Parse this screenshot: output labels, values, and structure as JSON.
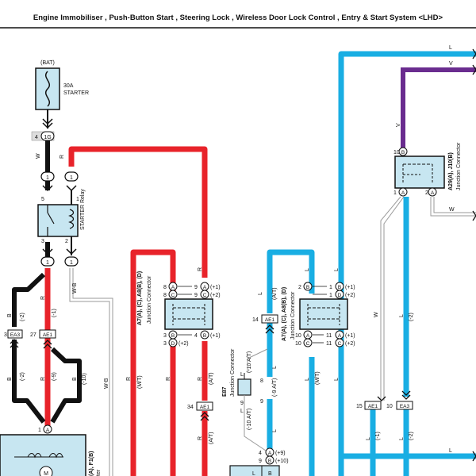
{
  "title": "Engine Immobiliser , Push-Button Start , Steering Lock , Wireless Door Lock Control , Entry & Start System <LHD>",
  "colors": {
    "wire_red": "#e8232a",
    "wire_blue": "#19aee3",
    "wire_black": "#111111",
    "wire_purple": "#6a2c8f",
    "wire_white": "#9a9a9a",
    "component_fill": "#c7e6f1"
  },
  "labels": {
    "bat": "(BAT)",
    "fuse_rating": "30A",
    "fuse_name": "STARTER",
    "fuse_pin": "4",
    "fuse_conn": "1G",
    "starter_relay": "STARTER Relay",
    "relay_pin5": "5",
    "relay_pin1": "1",
    "relay_pin3": "3",
    "relay_pin2": "2",
    "wire_w": "W",
    "wire_r": "R",
    "wire_b": "B",
    "wire_wb": "W-B",
    "wire_l": "L",
    "wire_v": "V",
    "ea3_pin": "3",
    "ea3": "EA3",
    "ae1_pin": "27",
    "ae1": "AE1",
    "neg1": "(-1)",
    "neg2": "(-2)",
    "neg9": "(-9)",
    "neg10": "(-10)",
    "plus1": "(+1)",
    "plus2": "(+2)",
    "plus9": "(+9)",
    "plus10": "(+10)",
    "mt": "(M/T)",
    "at": "(A/T)",
    "neg10at": "(-10 A/T)",
    "neg9at": "(-9 A/T)",
    "jc_a7": "A7(A), (C), A8(B), (D)",
    "jc_text": "Junction Connector",
    "jc_a29": "A29(A), J10(B)",
    "e87": "E87",
    "e87_text": "Junction Connector",
    "ae1_14": "14",
    "ae1_34": "34",
    "ae1_15": "15",
    "ea3_10": "10",
    "starter_bottom": "(A), F1(B)",
    "starter_sub": "ter",
    "pin_a": "A",
    "pin_b": "B",
    "pin_c": "C",
    "pin_1": "1",
    "pin_2": "2",
    "pin_3": "3",
    "pin_4": "4",
    "pin_8": "8",
    "pin_9": "9",
    "pin_10": "10",
    "pin_11": "11",
    "motor": "M"
  }
}
